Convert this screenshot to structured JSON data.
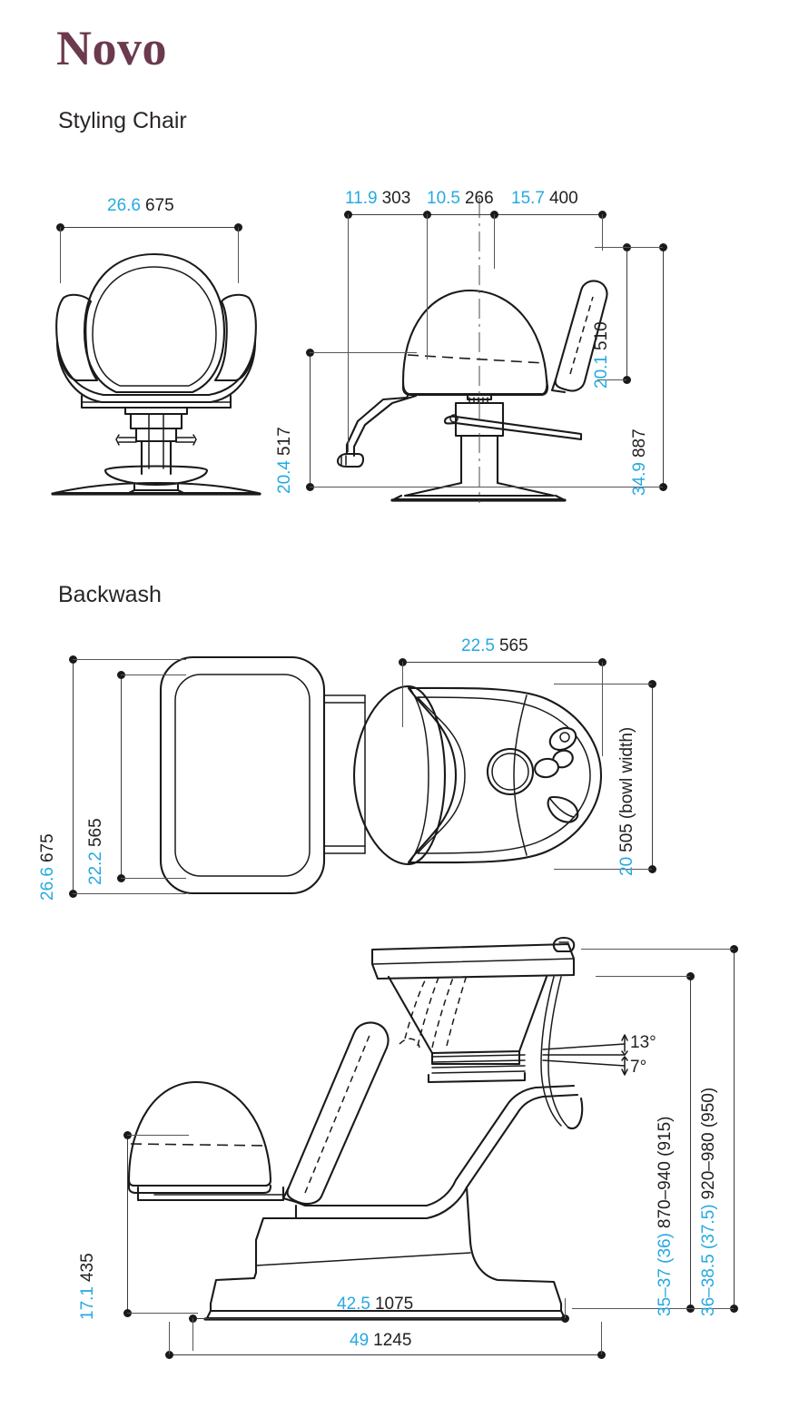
{
  "document": {
    "brand_title": "Novo",
    "sections": [
      {
        "id": "styling-chair",
        "heading": "Styling Chair"
      },
      {
        "id": "backwash",
        "heading": "Backwash"
      }
    ]
  },
  "colors": {
    "brand": "#6b3a4e",
    "imperial": "#26a9e0",
    "metric": "#231f20",
    "line": "#1a1a1a",
    "background": "#ffffff"
  },
  "styling_chair": {
    "front_view": {
      "width": {
        "imperial": "26.6",
        "metric": "675"
      }
    },
    "side_view": {
      "top_chain": [
        {
          "imperial": "11.9",
          "metric": "303"
        },
        {
          "imperial": "10.5",
          "metric": "266"
        },
        {
          "imperial": "15.7",
          "metric": "400"
        }
      ],
      "seat_height": {
        "imperial": "20.4",
        "metric": "517"
      },
      "backrest_height": {
        "imperial": "20.1",
        "metric": "510"
      },
      "overall_height": {
        "imperial": "34.9",
        "metric": "887"
      }
    }
  },
  "backwash": {
    "top_view": {
      "overall_depth": {
        "imperial": "26.6",
        "metric": "675"
      },
      "seat_depth": {
        "imperial": "22.2",
        "metric": "565"
      },
      "bowl_length": {
        "imperial": "22.5",
        "metric": "565"
      },
      "bowl_width": {
        "imperial": "20",
        "metric": "505",
        "note": "(bowl width)"
      }
    },
    "side_view": {
      "seat_height": {
        "imperial": "17.1",
        "metric": "435"
      },
      "bowl_rim_height": {
        "imperial": "35–37 (36)",
        "metric": "870–940 (915)"
      },
      "overall_height": {
        "imperial": "36–38.5 (37.5)",
        "metric": "920–980 (950)"
      },
      "angles": [
        {
          "value": "13°"
        },
        {
          "value": "7°"
        }
      ],
      "base_depth": {
        "imperial": "42.5",
        "metric": "1075"
      },
      "overall_depth": {
        "imperial": "49",
        "metric": "1245"
      }
    }
  }
}
